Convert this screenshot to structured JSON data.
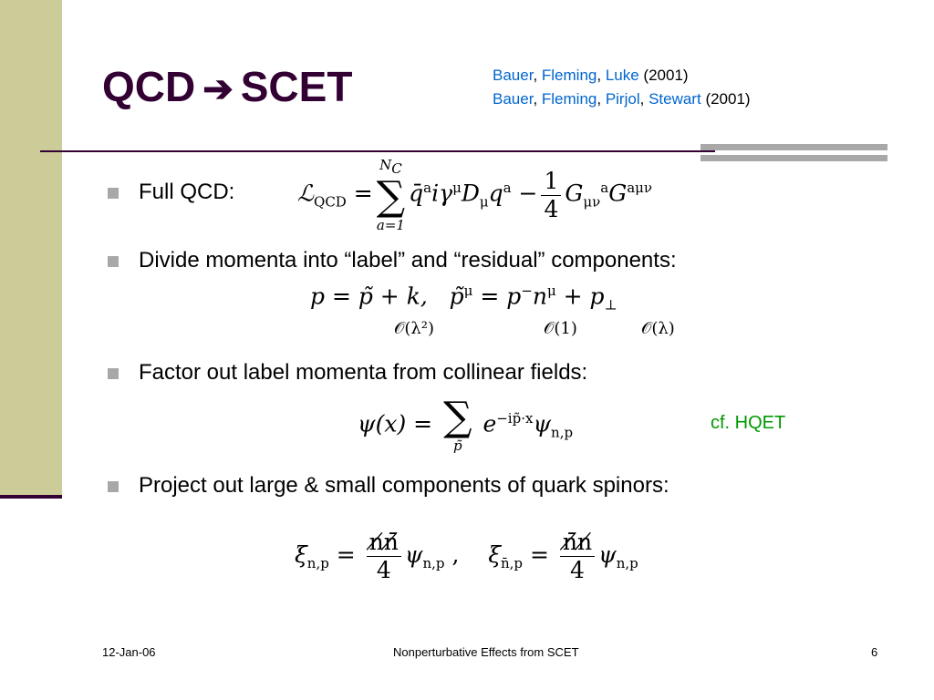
{
  "title": {
    "left": "QCD",
    "arrow": "➔",
    "right": "SCET"
  },
  "references": [
    {
      "authors": [
        "Bauer",
        "Fleming",
        "Luke"
      ],
      "year": "(2001)"
    },
    {
      "authors": [
        "Bauer",
        "Fleming",
        "Pirjol",
        "Stewart"
      ],
      "year": "(2001)"
    }
  ],
  "bullets": [
    "Full QCD:",
    "Divide momenta into “label” and “residual” components:",
    "Factor out label momenta from collinear fields:",
    "Project out large & small components of quark spinors:"
  ],
  "eq_qcd": {
    "lhs": "ℒ",
    "lhs_sub": "QCD",
    "eq": " =",
    "sum_top": "N",
    "sum_top_sub": "C",
    "sum_bottom": "a=1",
    "sigma": "∑",
    "body": "q̄",
    "rest": "iγ",
    "rest2": "D",
    "rest3": "q",
    "minus": "−",
    "frac_num": "1",
    "frac_den": "4",
    "g": "G",
    "g2": "G"
  },
  "eq_momenta": {
    "text_a": "p = p̃ + k,",
    "text_b": "p̃",
    "text_c": "= p",
    "text_d": "n",
    "text_e": "+ p",
    "sup_mu": "μ",
    "sup_minus": "−",
    "sub_perp": "⊥"
  },
  "orders": [
    "𝒪(λ²)",
    "𝒪(1)",
    "𝒪(λ)"
  ],
  "eq_psi": {
    "lhs": "ψ(x) =",
    "sigma": "∑",
    "below": "p̃",
    "e": "e",
    "exp": "−ip̃·x",
    "psi": "ψ",
    "psi_sub": "n,p"
  },
  "cf": "cf. HQET",
  "eq_xi": {
    "xi": "ξ",
    "sub1": "n,p",
    "sub2": "n̄,p",
    "num1": "n̸n̸̄",
    "num2": "n̸̄n̸",
    "den": "4",
    "psi": "ψ",
    "psi_sub": "n,p",
    "eq": "=",
    "comma": ","
  },
  "footer": {
    "date": "12-Jan-06",
    "center": "Nonperturbative Effects from SCET",
    "page": "6"
  },
  "colors": {
    "sidebar": "#cccc99",
    "title": "#330033",
    "author_link": "#0066cc",
    "cf": "#009900",
    "rule_bars": "#a8a8a8"
  }
}
